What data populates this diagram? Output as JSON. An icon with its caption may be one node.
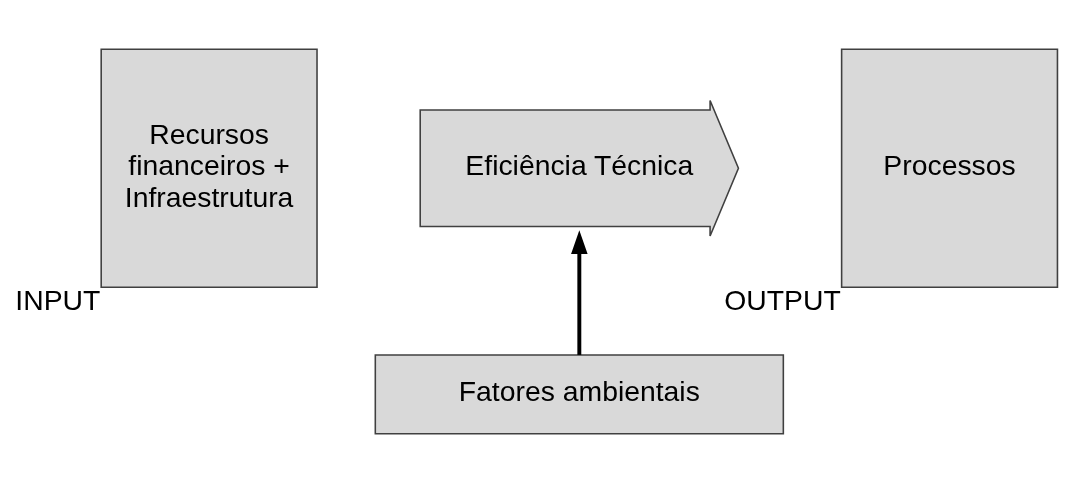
{
  "diagram": {
    "nodes": [
      {
        "text": [
          "Recursos financeiros + Infraestrutura"
        ],
        "beside": [
          "INPUT"
        ]
      },
      {
        "text": [
          "Eficiência Técnica"
        ]
      },
      {
        "text": [
          "Processos"
        ],
        "beside": [
          "OUTPUT"
        ]
      },
      {
        "text": [
          "Fatores ambientais"
        ]
      }
    ],
    "edges": [
      {
        "from": 3,
        "to": 1,
        "arrow": "to"
      }
    ]
  }
}
